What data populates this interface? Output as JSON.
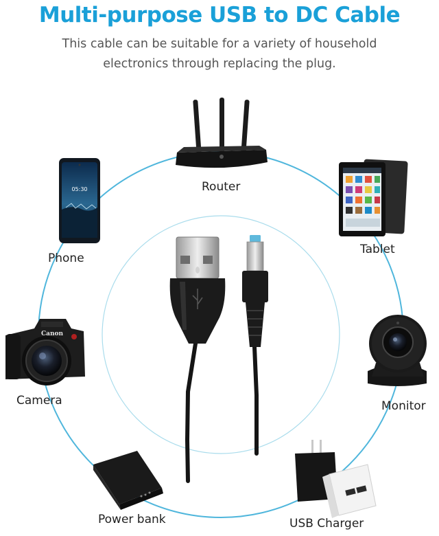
{
  "header": {
    "title": "Multi-purpose USB to DC Cable",
    "subtitle_line1": "This cable can be suitable for a variety of household",
    "subtitle_line2": "electronics through replacing the plug."
  },
  "devices": {
    "router": "Router",
    "tablet": "Tablet",
    "phone": "Phone",
    "camera": "Camera",
    "monitor": "Monitor",
    "power_bank": "Power bank",
    "usb_charger": "USB Charger"
  },
  "phone_screen": {
    "time": "05:30"
  },
  "camera_brand": "Canon",
  "colors": {
    "title": "#1aa0d8",
    "ring": "#4fb6dc",
    "inner_ring": "#a9dcec",
    "device_black": "#1c1c1c",
    "cable": "#151515"
  }
}
